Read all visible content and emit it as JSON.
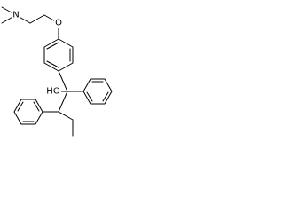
{
  "structure": {
    "atoms": [
      {
        "name": "amine-nitrogen",
        "symbol": "N"
      },
      {
        "name": "ether-oxygen",
        "symbol": "O"
      },
      {
        "name": "hydroxyl-group",
        "symbol": "HO"
      }
    ]
  },
  "colors": {
    "bond": "#000000",
    "label": "#000000",
    "background": "#ffffff"
  }
}
